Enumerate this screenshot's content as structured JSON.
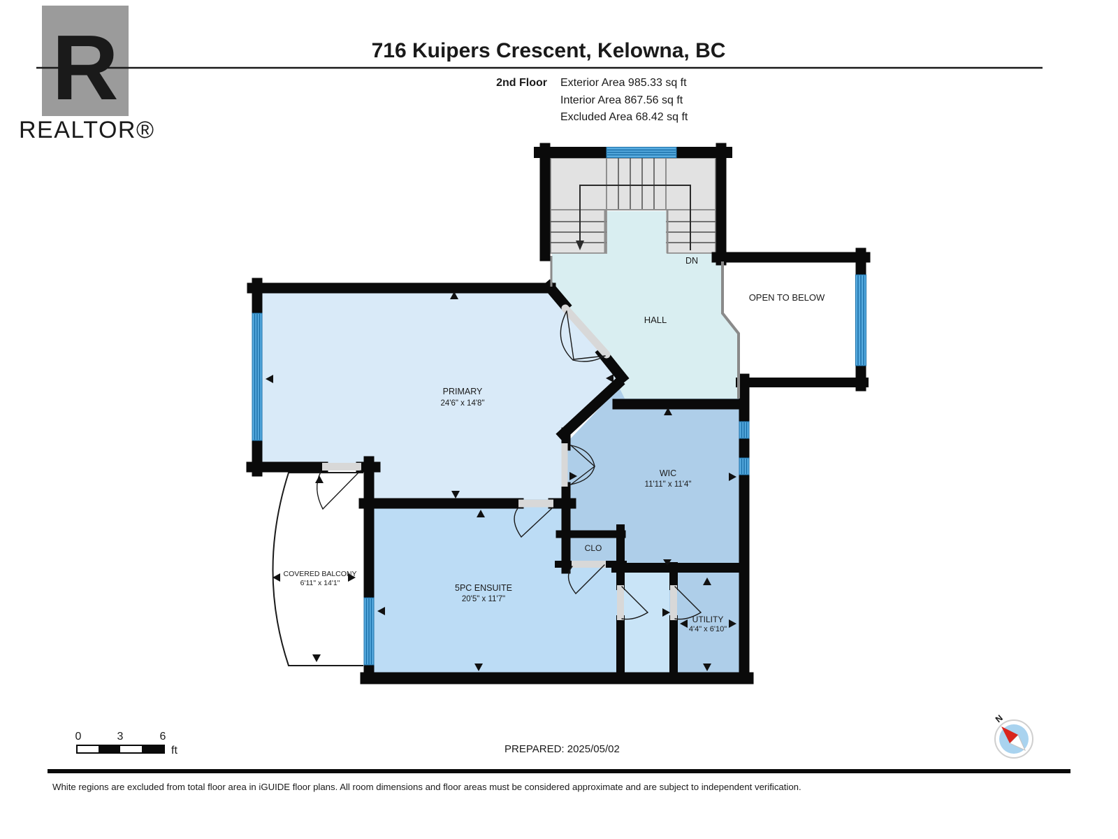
{
  "header": {
    "logo_letter": "R",
    "brand": "REALTOR®",
    "title": "716 Kuipers Crescent, Kelowna, BC",
    "floor_label": "2nd Floor",
    "area_lines": [
      "Exterior Area 985.33 sq ft",
      "Interior Area 867.56 sq ft",
      "Excluded Area 68.42 sq ft"
    ]
  },
  "rooms": {
    "primary": {
      "name": "PRIMARY",
      "dims": "24'6\" x 14'8\""
    },
    "hall": {
      "name": "HALL"
    },
    "open_below": {
      "name": "OPEN TO BELOW"
    },
    "stairs": {
      "down_label": "DN"
    },
    "wic": {
      "name": "WIC",
      "dims": "11'11\" x 11'4\""
    },
    "closet": {
      "name": "CLO"
    },
    "ensuite": {
      "name": "5PC ENSUITE",
      "dims": "20'5\" x 11'7\""
    },
    "utility": {
      "name": "UTILITY",
      "dims": "4'4\" x 6'10\""
    },
    "balcony": {
      "name": "COVERED BALCONY",
      "dims": "6'11\" x 14'1\""
    }
  },
  "footer": {
    "scale_ticks": [
      "0",
      "3",
      "6"
    ],
    "scale_unit": "ft",
    "prepared": "PREPARED: 2025/05/02",
    "compass_north": "N",
    "disclaimer": "White regions are excluded from total floor area in iGUIDE floor plans. All room dimensions and floor areas must be considered approximate and are subject to independent verification."
  },
  "colors": {
    "wall": "#0a0a0a",
    "primary_fill": "#d9eaf8",
    "hall_fill": "#d9eef1",
    "wic_fill": "#aecee9",
    "ensuite_fill": "#bcdcf5",
    "corridor_fill": "#c9e4f7",
    "stairs_fill": "#e2e2e2",
    "window": "#58ace0",
    "window_stripe": "#1a6fa8",
    "balcony_fill": "#ffffff",
    "logo_gray": "#9b9b9b",
    "compass_red": "#d9251d",
    "compass_disc": "#a9d3ef"
  }
}
